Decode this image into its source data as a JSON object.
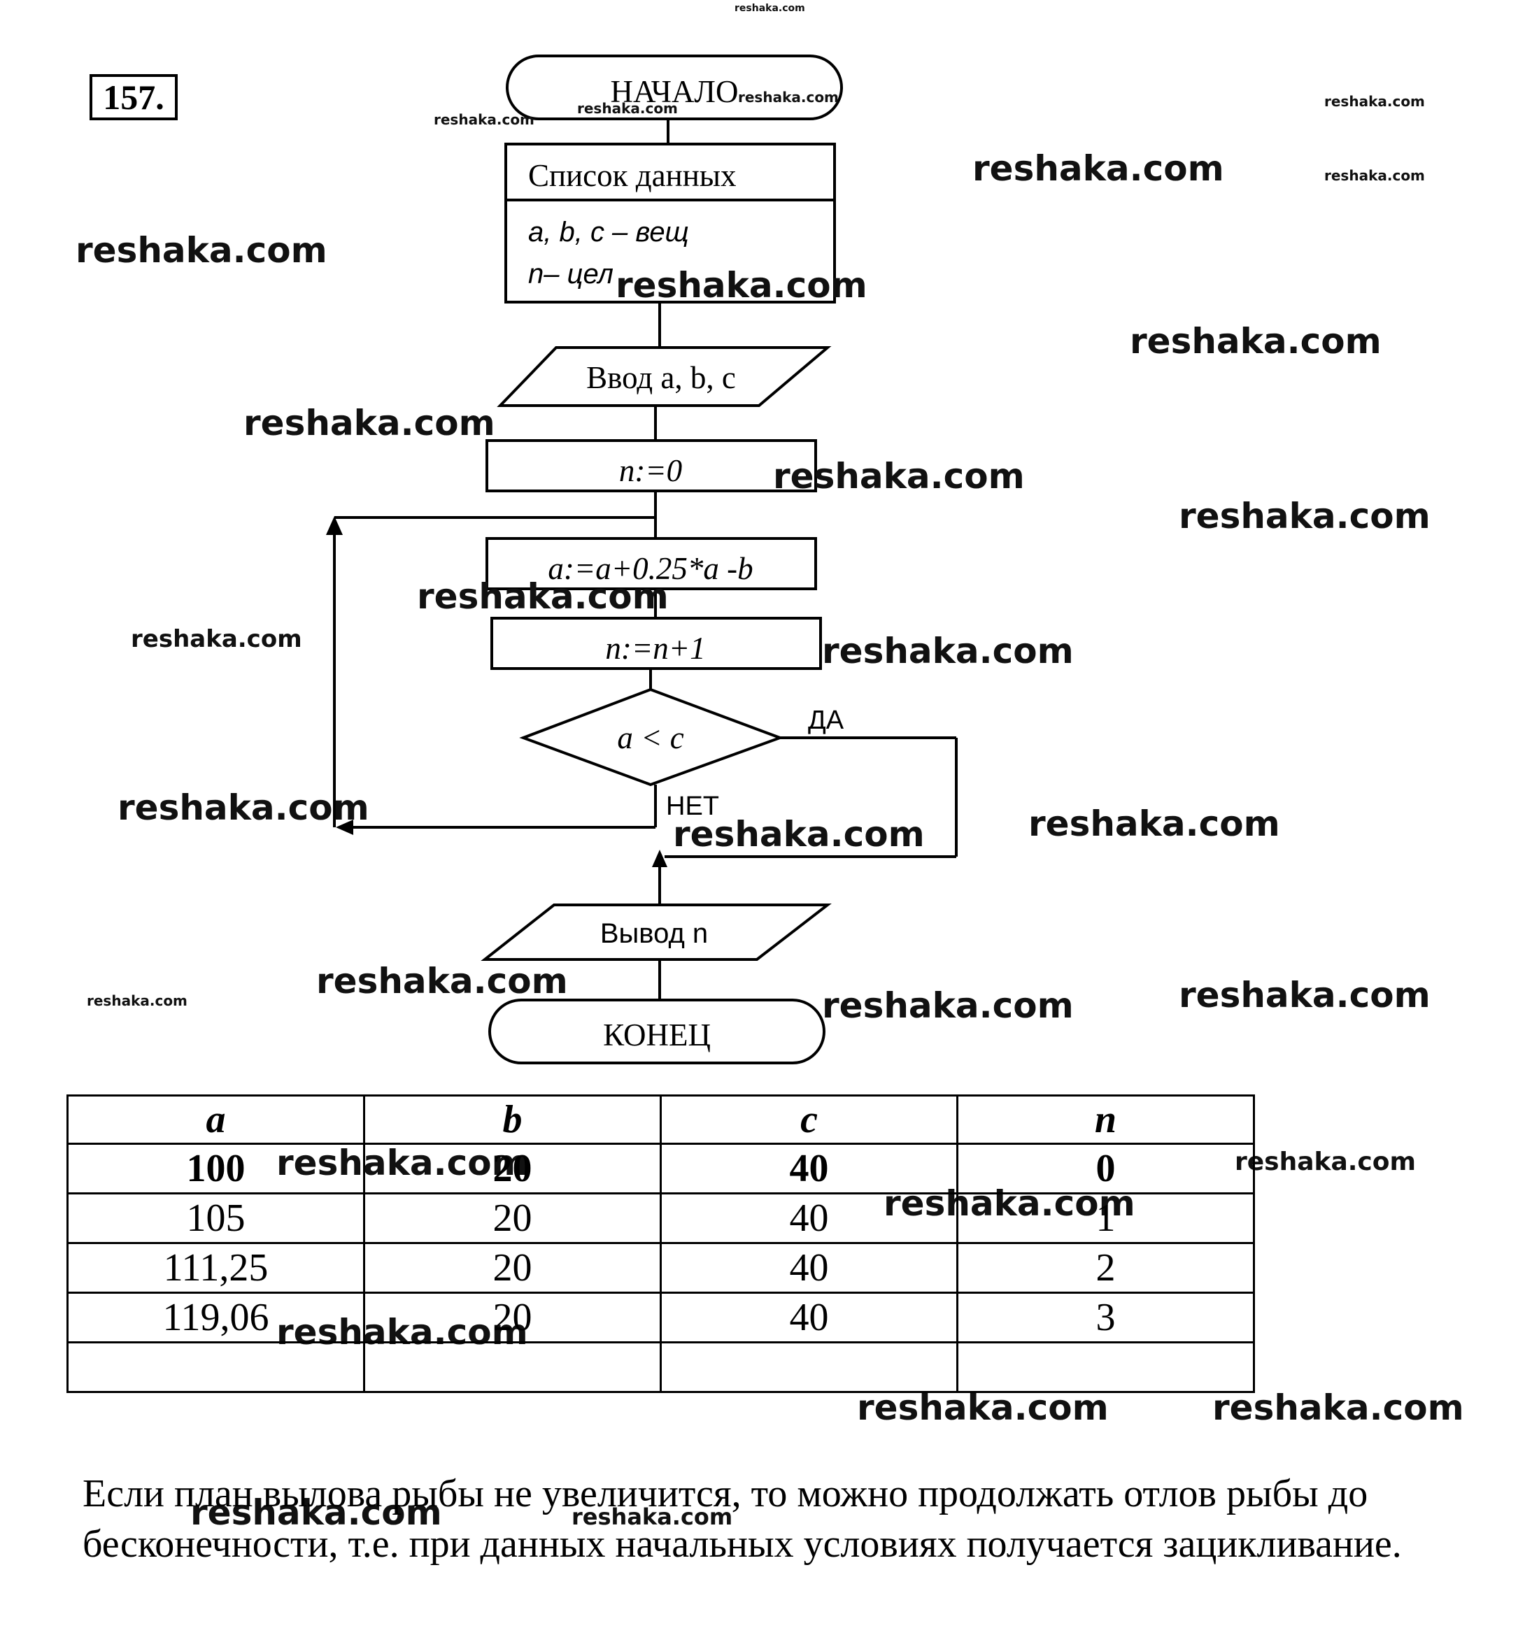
{
  "problem_number": "157.",
  "flowchart": {
    "start": "НАЧАЛО",
    "data_title": "Список данных",
    "data_line1": "a, b, c – вещ",
    "data_line2": "n– цел",
    "input": "Ввод a, b, c",
    "init": "n:=0",
    "update_a": "a:=a+0.25*a -b",
    "increment": "n:=n+1",
    "condition": "a < c",
    "yes_label": "ДА",
    "no_label": "НЕТ",
    "output": "Вывод n",
    "end": "КОНЕЦ"
  },
  "table": {
    "headers": [
      "a",
      "b",
      "c",
      "n"
    ],
    "rows": [
      [
        "100",
        "20",
        "40",
        "0"
      ],
      [
        "105",
        "20",
        "40",
        "1"
      ],
      [
        "111,25",
        "20",
        "40",
        "2"
      ],
      [
        "119,06",
        "20",
        "40",
        "3"
      ],
      [
        "",
        "",
        "",
        ""
      ]
    ]
  },
  "conclusion": "Если план вылова рыбы не увеличится, то можно продолжать отлов рыбы до бесконечности, т.е. при данных начальных условиях получается зацикливание.",
  "watermark": "reshaka.com"
}
